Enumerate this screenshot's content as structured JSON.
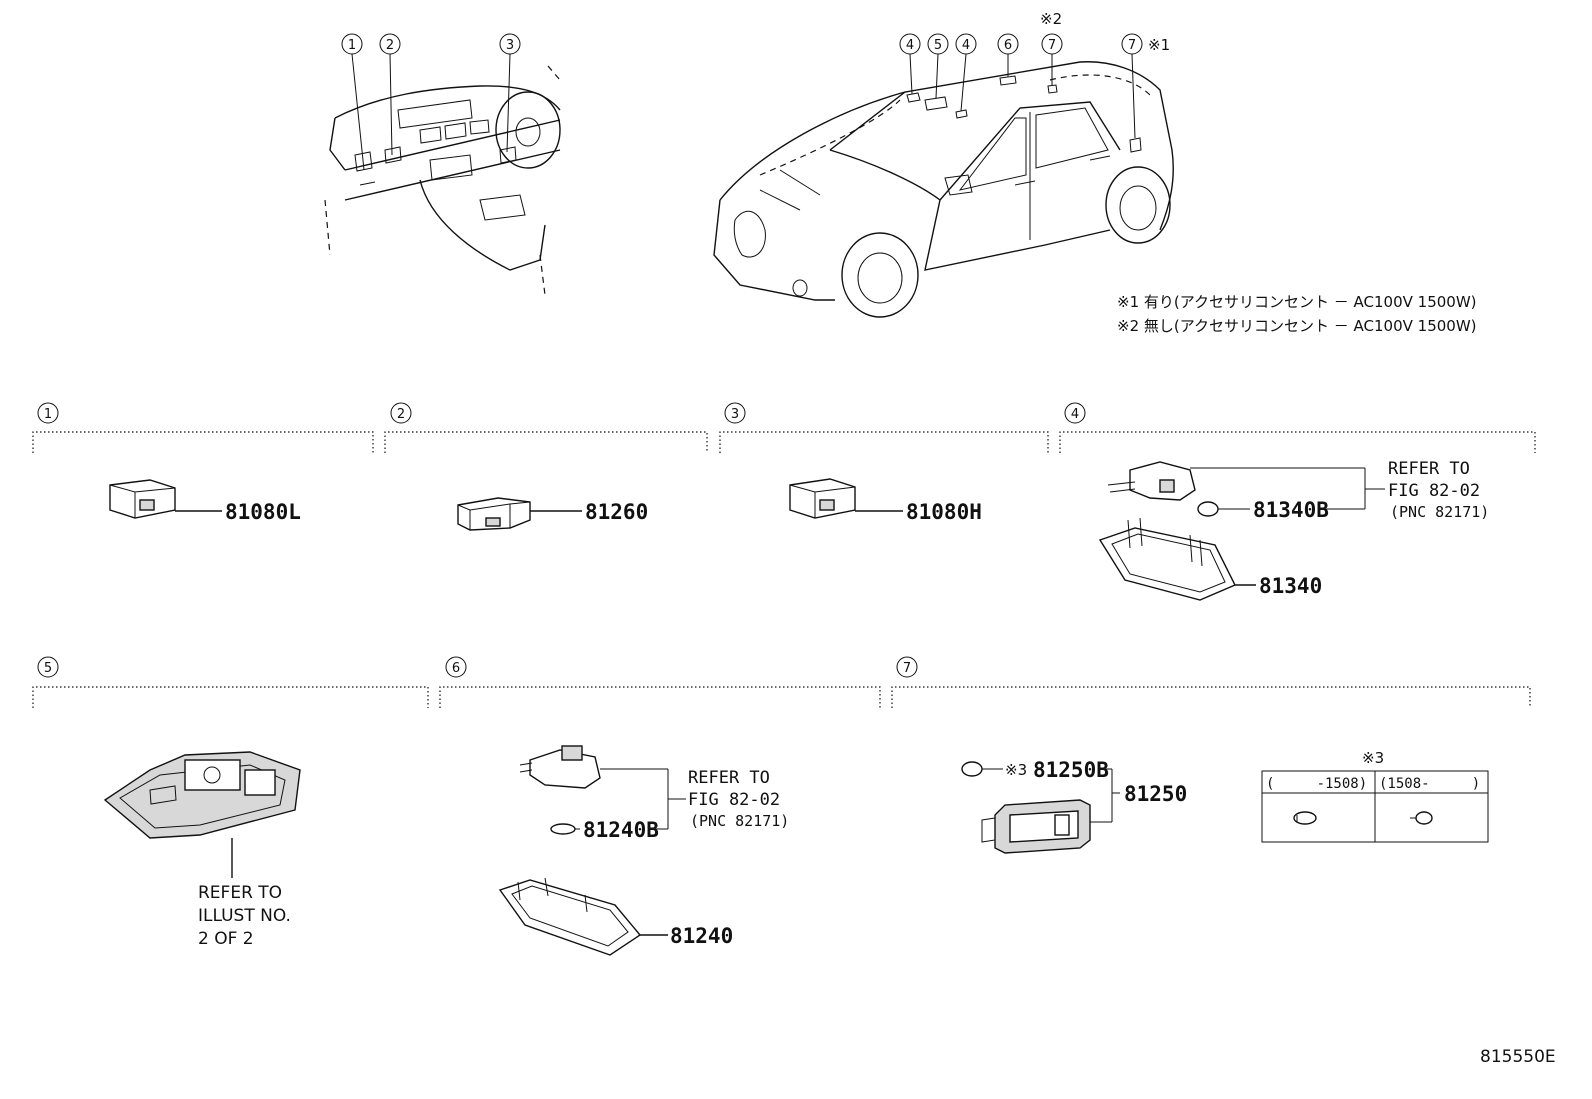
{
  "callout_numbers": [
    "1",
    "2",
    "3",
    "4",
    "5",
    "6",
    "7"
  ],
  "notes": {
    "mark1": "※1",
    "mark2": "※2",
    "mark3": "※3",
    "note1": "※1 有り(アクセサリコンセント － AC100V 1500W)",
    "note2": "※2 無し(アクセサリコンセント － AC100V 1500W)"
  },
  "parts": {
    "p81080L": "81080L",
    "p81260": "81260",
    "p81080H": "81080H",
    "p81340B": "81340B",
    "p81340": "81340",
    "p81240B": "81240B",
    "p81240": "81240",
    "p81250B": "81250B",
    "p81250": "81250"
  },
  "references": {
    "sec4": [
      "REFER TO",
      "FIG 82-02",
      "(PNC 82171)"
    ],
    "sec6": [
      "REFER TO",
      "FIG 82-02",
      "(PNC 82171)"
    ],
    "sec5": [
      "REFER TO",
      "ILLUST NO.",
      "2 OF 2"
    ]
  },
  "bulb_table": {
    "col1": "(     -1508)",
    "col2": "(1508-     )"
  },
  "diagram_id": "815550E"
}
